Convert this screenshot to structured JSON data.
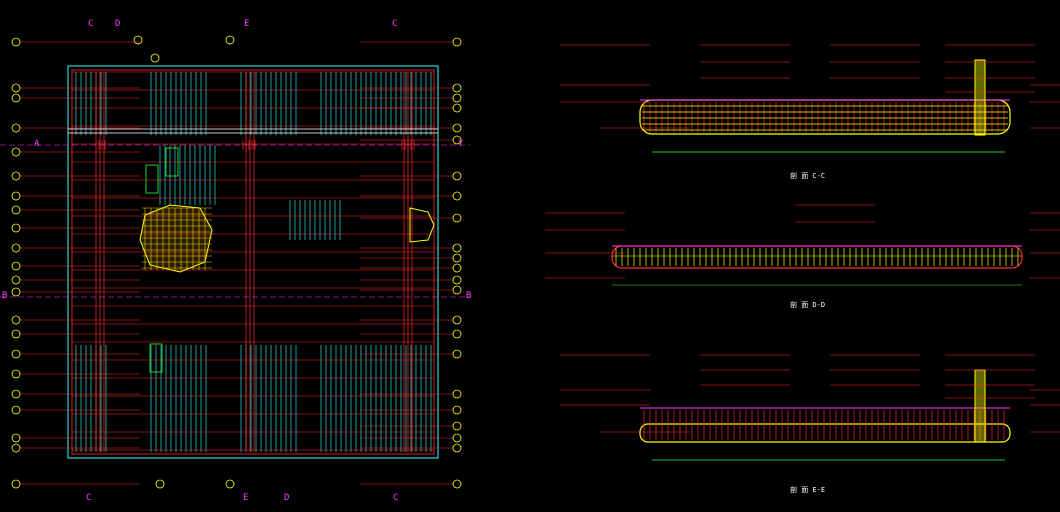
{
  "plan": {
    "axis_labels": {
      "c_top_left": "C",
      "d_top": "D",
      "e_top": "E",
      "c_top_right": "C",
      "a_left": "A",
      "b_left": "B",
      "b_right": "B",
      "y_right": "Y",
      "c_bottom_left": "C",
      "e_bottom": "E",
      "d_bottom": "D",
      "c_bottom_right": "C"
    }
  },
  "sections": [
    {
      "id": "C-C",
      "title": "剖 面 C-C"
    },
    {
      "id": "D-D",
      "title": "剖 面 D-D"
    },
    {
      "id": "E-E",
      "title": "剖 面 E-E"
    }
  ],
  "colors": {
    "background": "#000000",
    "rebar_red": "#ff2a2a",
    "rebar_cyan": "#33ffff",
    "grid_magenta": "#ff33ff",
    "annotation_yellow": "#ffff00",
    "dimension_green": "#33ff33",
    "white": "#ffffff"
  }
}
